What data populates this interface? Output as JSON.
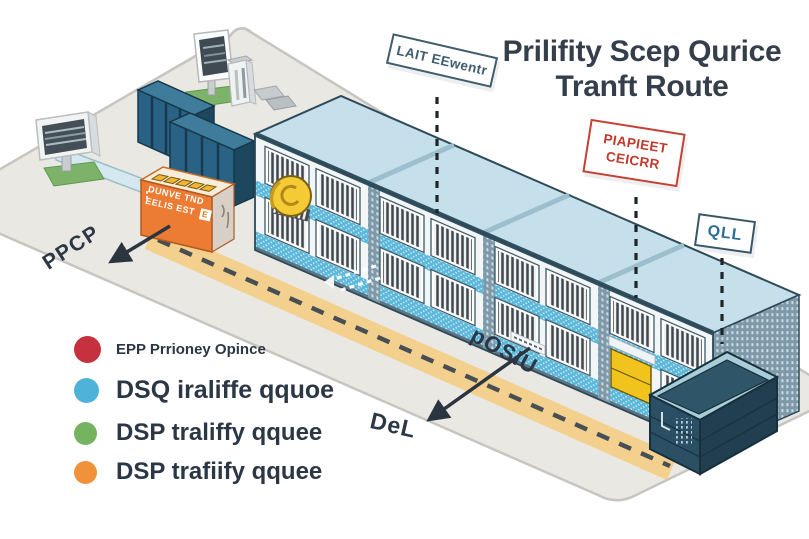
{
  "title": {
    "line1": "Prilifity Scep Qurice",
    "line2": "Tranft Route"
  },
  "callouts": {
    "lait": {
      "label": "LAIT EEwentr"
    },
    "piapieet": {
      "line1": "PIAPIEET",
      "line2": "CEICRR",
      "color": "#c0392b"
    },
    "qll": {
      "label": "QLL"
    }
  },
  "annotations": {
    "ppcp": "PPCP",
    "posiu": "pOSIU",
    "del": "DeL"
  },
  "device_box": {
    "line1": "DUNVE TND",
    "line2": "EELIS EST",
    "badge": "E"
  },
  "legend": {
    "items": [
      {
        "name": "epp-priority",
        "color": "#c5313e",
        "label": "EPP Prrioney Opince"
      },
      {
        "name": "dsq-traffic",
        "color": "#4fb3d9",
        "label": "DSQ iraliffe qquoe"
      },
      {
        "name": "dsp-green",
        "color": "#76b361",
        "label": "DSP traliffy qquee"
      },
      {
        "name": "dsp-orange",
        "color": "#f0923a",
        "label": "DSP trafiify qquee"
      }
    ]
  },
  "scene": {
    "colors": {
      "ink": "#2b3744",
      "platform": "#eae8e3",
      "road": "#f3d08d",
      "road_dash": "#474e54",
      "building_wall": "#f3f6f7",
      "building_band": "#5cb8da",
      "building_roof": "#c5e0ea",
      "building_outline": "#2e4a59",
      "orange_box": "#ec7c33",
      "container": "#2b5066",
      "rack": "#2a6285",
      "conveyor": "#d5e8ef",
      "grass": "#7cb269",
      "coin": "#f4ca35"
    }
  }
}
